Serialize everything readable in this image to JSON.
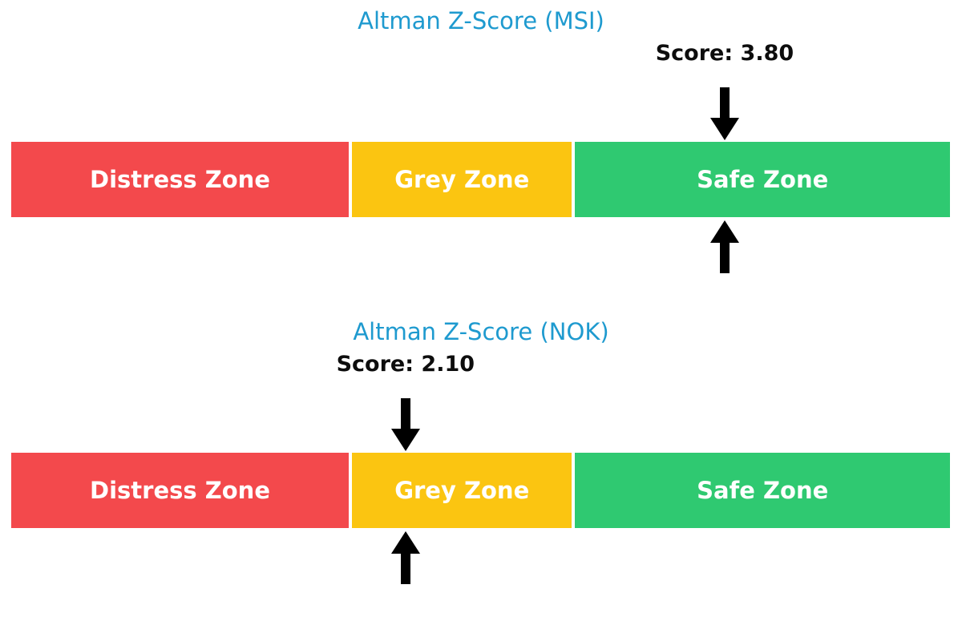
{
  "page": {
    "background": "#ffffff",
    "description": "Two Altman Z-Score zone gauges, one per ticker"
  },
  "colors": {
    "title_blue": "#1E9ACF",
    "score_text": "#0d0d0d",
    "distress_red": "#F3494C",
    "grey_yellow": "#FBC511",
    "safe_green": "#2FC971",
    "arrow_black": "#000000",
    "zone_label_white": "#ffffff"
  },
  "chart_data": [
    {
      "type": "bar",
      "variant": "zone-gauge",
      "title": "Altman Z-Score (MSI)",
      "score": 3.8,
      "score_label": "Score: 3.80",
      "score_zone": "Safe Zone",
      "axis_range": [
        0,
        5
      ],
      "grid": false,
      "legend": false,
      "markers": [
        "arrow-down-at-score",
        "arrow-up-at-score"
      ],
      "zones": [
        {
          "label": "Distress Zone",
          "from": 0,
          "to": 1.81,
          "color": "#F3494C"
        },
        {
          "label": "Grey Zone",
          "from": 1.81,
          "to": 2.99,
          "color": "#FBC511"
        },
        {
          "label": "Safe Zone",
          "from": 2.99,
          "to": 5,
          "color": "#2FC971"
        }
      ]
    },
    {
      "type": "bar",
      "variant": "zone-gauge",
      "title": "Altman Z-Score (NOK)",
      "score": 2.1,
      "score_label": "Score: 2.10",
      "score_zone": "Grey Zone",
      "axis_range": [
        0,
        5
      ],
      "grid": false,
      "legend": false,
      "markers": [
        "arrow-down-at-score",
        "arrow-up-at-score"
      ],
      "zones": [
        {
          "label": "Distress Zone",
          "from": 0,
          "to": 1.81,
          "color": "#F3494C"
        },
        {
          "label": "Grey Zone",
          "from": 1.81,
          "to": 2.99,
          "color": "#FBC511"
        },
        {
          "label": "Safe Zone",
          "from": 2.99,
          "to": 5,
          "color": "#2FC971"
        }
      ]
    }
  ]
}
